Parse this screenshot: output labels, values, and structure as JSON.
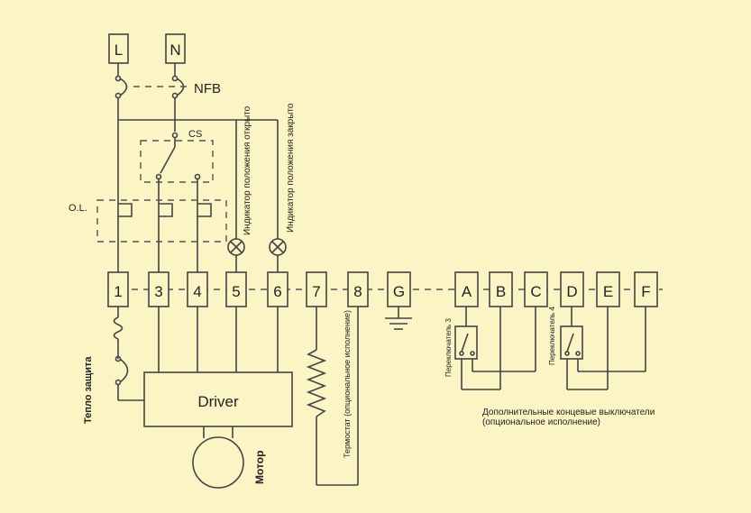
{
  "supply": {
    "l": "L",
    "n": "N"
  },
  "labels": {
    "nfb": "NFB",
    "cs": "CS",
    "ol": "O.L.",
    "open_indicator": "Индикатор положения открыто",
    "close_indicator": "Индикатор положения закрыто",
    "driver": "Driver",
    "heat_protection": "Тепло защита",
    "motor": "Мотор",
    "thermostat": "Термостат (опциональное исполнение)",
    "switch3": "Переключатель 3",
    "switch4": "Переключатель 4",
    "extra_line1": "Дополнительные концевые выключатели",
    "extra_line2": "(опциональное исполнение)"
  },
  "terminals": [
    "1",
    "3",
    "4",
    "5",
    "6",
    "7",
    "8",
    "G",
    "A",
    "B",
    "C",
    "D",
    "E",
    "F"
  ]
}
